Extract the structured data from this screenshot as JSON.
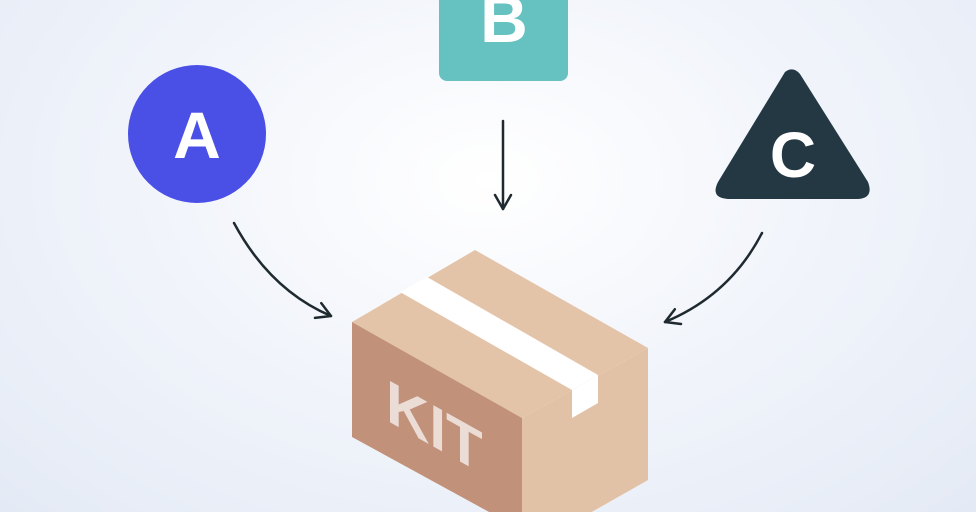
{
  "shapes": {
    "a": {
      "label": "A",
      "color": "#4a50e6"
    },
    "b": {
      "label": "B",
      "color": "#66c1c1"
    },
    "c": {
      "label": "C",
      "color": "#233842"
    }
  },
  "box": {
    "label": "KIT",
    "front_color": "#c2917a",
    "side_color": "#e2c2a6",
    "top_color": "#e4c4a9",
    "tape_color": "#ffffff"
  },
  "arrow_color": "#1f2a30"
}
